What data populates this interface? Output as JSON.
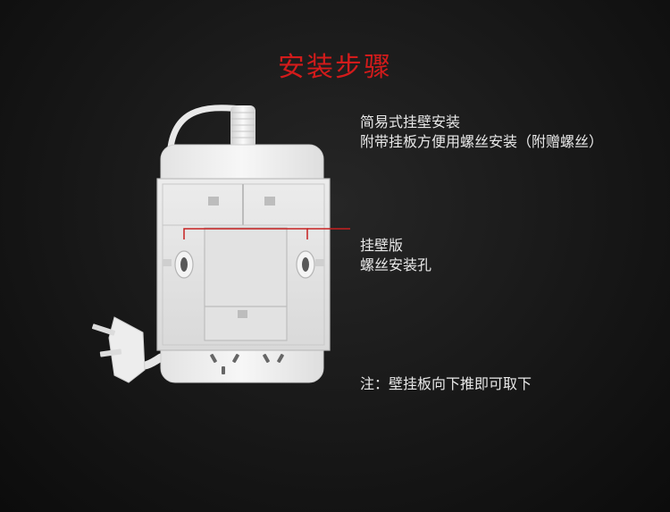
{
  "title": "安装步骤",
  "description": {
    "line1": "简易式挂壁安装",
    "line2": "附带挂板方便用螺丝安装（附赠螺丝）"
  },
  "callout": {
    "line1": "挂壁版",
    "line2": "螺丝安装孔"
  },
  "note": "注：壁挂板向下推即可取下",
  "colors": {
    "title": "#d21b1b",
    "callout_line": "#c62020",
    "background": "#161616",
    "device_body": "#f4f4f4"
  },
  "icons": {
    "device_image": "wall-mount-power-strip-illustration"
  }
}
